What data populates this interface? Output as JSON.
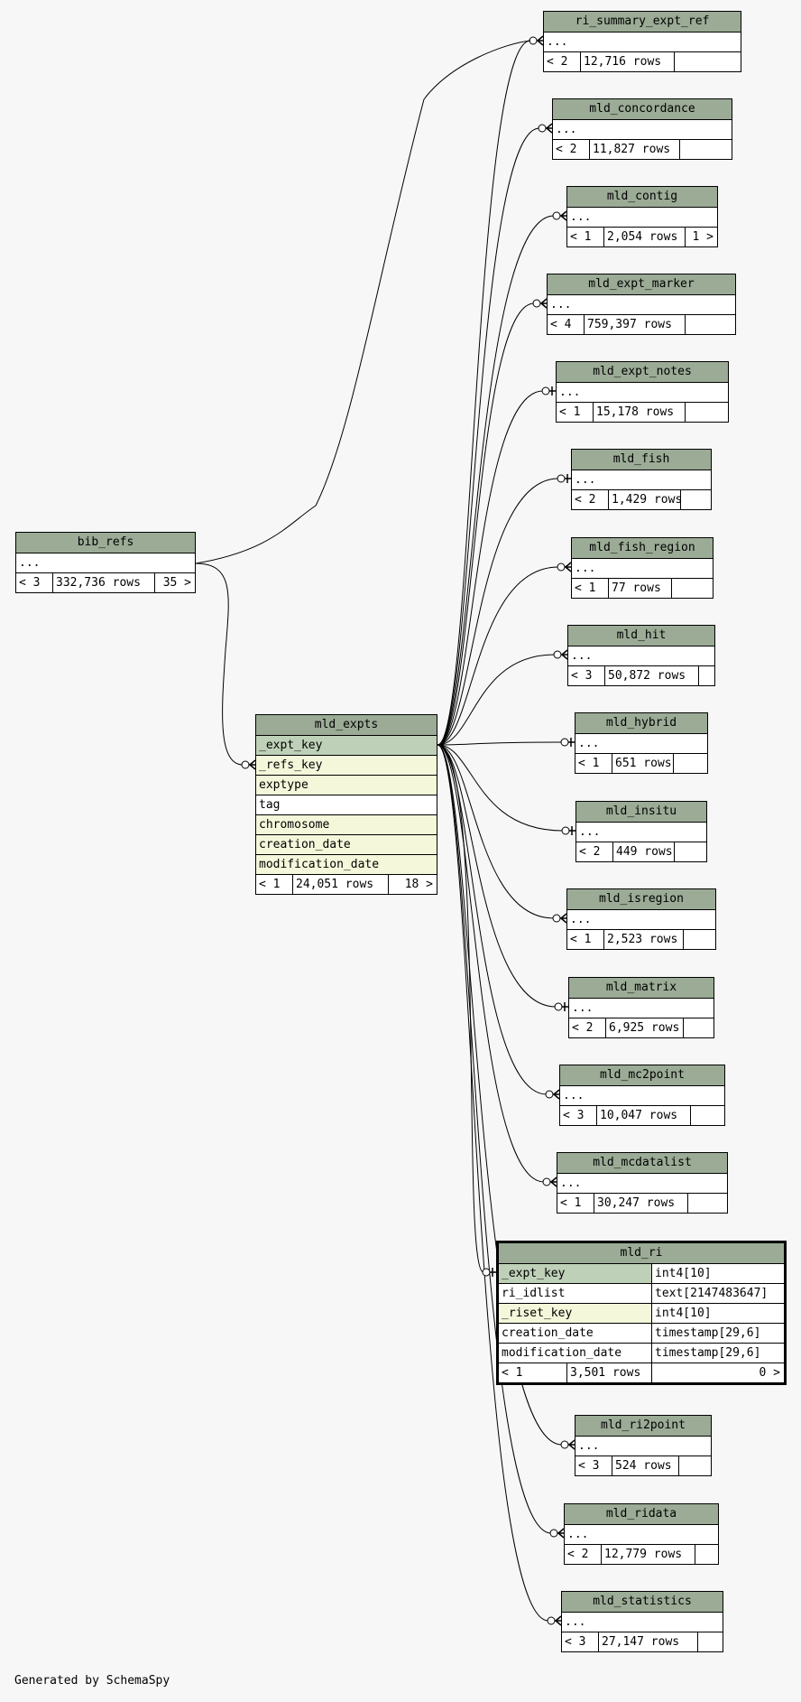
{
  "footer": "Generated by SchemaSpy",
  "colors": {
    "header": "#9bab96",
    "primary_key": "#bed1b8",
    "foreign_key": "#f4f7da",
    "background": "#f7f7f7"
  },
  "bib_refs": {
    "name": "bib_refs",
    "ellipsis": "...",
    "parents": "< 3",
    "rows": "332,736 rows",
    "children": "35 >"
  },
  "mld_expts": {
    "name": "mld_expts",
    "columns": [
      "_expt_key",
      "_refs_key",
      "exptype",
      "tag",
      "chromosome",
      "creation_date",
      "modification_date"
    ],
    "parents": "< 1",
    "rows": "24,051 rows",
    "children": "18 >"
  },
  "mld_ri": {
    "name": "mld_ri",
    "columns": [
      {
        "name": "_expt_key",
        "type": "int4[10]"
      },
      {
        "name": "ri_idlist",
        "type": "text[2147483647]"
      },
      {
        "name": "_riset_key",
        "type": "int4[10]"
      },
      {
        "name": "creation_date",
        "type": "timestamp[29,6]"
      },
      {
        "name": "modification_date",
        "type": "timestamp[29,6]"
      }
    ],
    "parents": "< 1",
    "rows": "3,501 rows",
    "children": "0 >"
  },
  "tables": [
    {
      "name": "ri_summary_expt_ref",
      "ellipsis": "...",
      "parents": "< 2",
      "rows": "12,716 rows",
      "children": ""
    },
    {
      "name": "mld_concordance",
      "ellipsis": "...",
      "parents": "< 2",
      "rows": "11,827 rows",
      "children": ""
    },
    {
      "name": "mld_contig",
      "ellipsis": "...",
      "parents": "< 1",
      "rows": "2,054 rows",
      "children": "1 >"
    },
    {
      "name": "mld_expt_marker",
      "ellipsis": "...",
      "parents": "< 4",
      "rows": "759,397 rows",
      "children": ""
    },
    {
      "name": "mld_expt_notes",
      "ellipsis": "...",
      "parents": "< 1",
      "rows": "15,178 rows",
      "children": ""
    },
    {
      "name": "mld_fish",
      "ellipsis": "...",
      "parents": "< 2",
      "rows": "1,429 rows",
      "children": ""
    },
    {
      "name": "mld_fish_region",
      "ellipsis": "...",
      "parents": "< 1",
      "rows": "77 rows",
      "children": ""
    },
    {
      "name": "mld_hit",
      "ellipsis": "...",
      "parents": "< 3",
      "rows": "50,872 rows",
      "children": ""
    },
    {
      "name": "mld_hybrid",
      "ellipsis": "...",
      "parents": "< 1",
      "rows": "651 rows",
      "children": ""
    },
    {
      "name": "mld_insitu",
      "ellipsis": "...",
      "parents": "< 2",
      "rows": "449 rows",
      "children": ""
    },
    {
      "name": "mld_isregion",
      "ellipsis": "...",
      "parents": "< 1",
      "rows": "2,523 rows",
      "children": ""
    },
    {
      "name": "mld_matrix",
      "ellipsis": "...",
      "parents": "< 2",
      "rows": "6,925 rows",
      "children": ""
    },
    {
      "name": "mld_mc2point",
      "ellipsis": "...",
      "parents": "< 3",
      "rows": "10,047 rows",
      "children": ""
    },
    {
      "name": "mld_mcdatalist",
      "ellipsis": "...",
      "parents": "< 1",
      "rows": "30,247 rows",
      "children": ""
    },
    {
      "name": "mld_ri2point",
      "ellipsis": "...",
      "parents": "< 3",
      "rows": "524 rows",
      "children": ""
    },
    {
      "name": "mld_ridata",
      "ellipsis": "...",
      "parents": "< 2",
      "rows": "12,779 rows",
      "children": ""
    },
    {
      "name": "mld_statistics",
      "ellipsis": "...",
      "parents": "< 3",
      "rows": "27,147 rows",
      "children": ""
    }
  ]
}
